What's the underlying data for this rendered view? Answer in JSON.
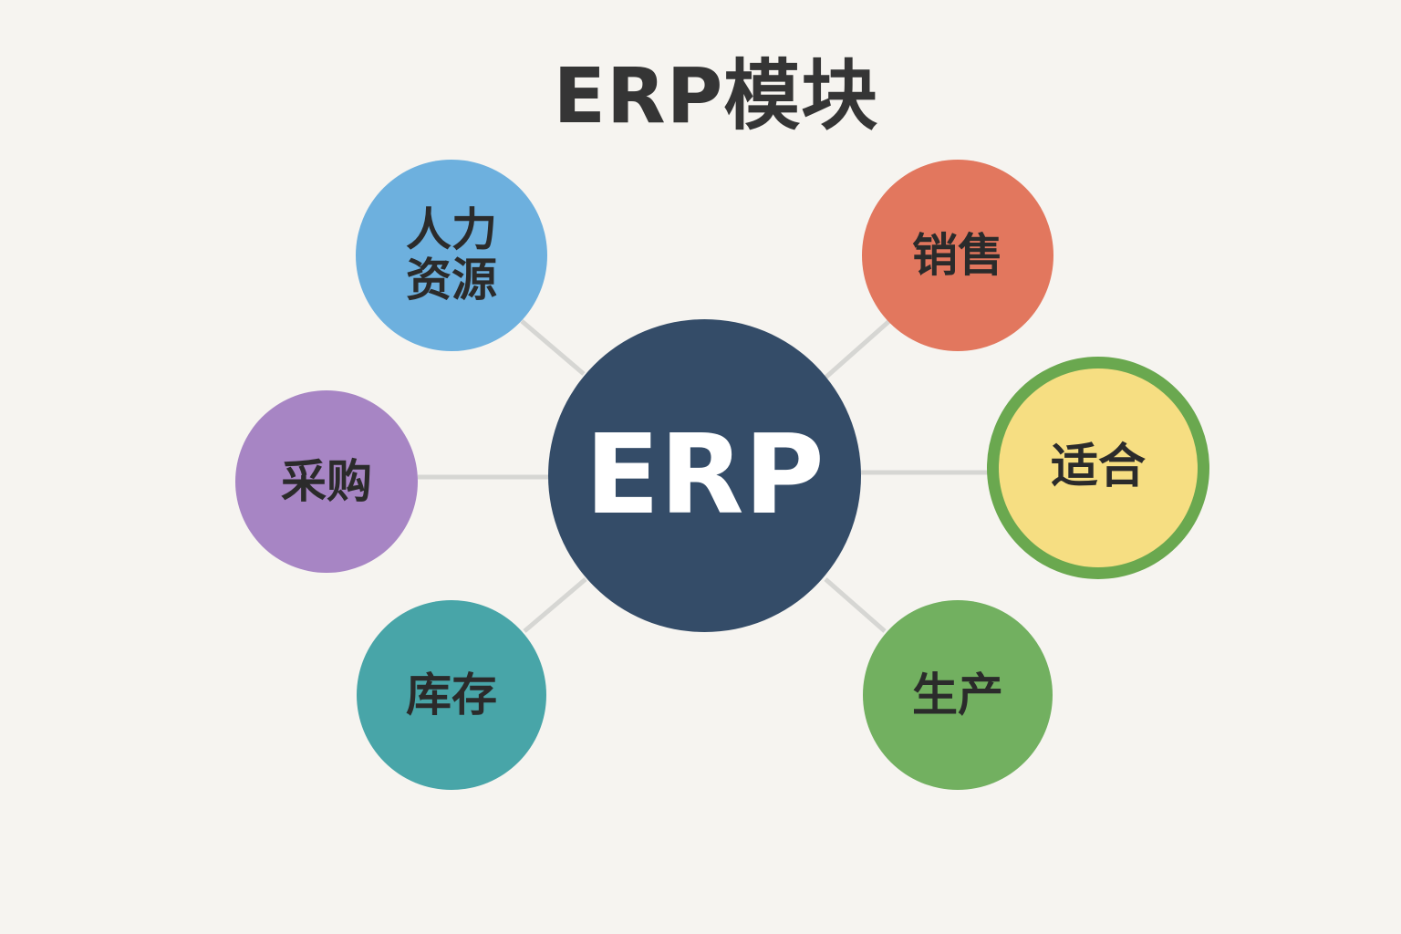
{
  "title": "ERP模块",
  "center": {
    "label": "ERP",
    "color": "#344c68"
  },
  "modules": {
    "hr": {
      "label": "人力资源",
      "color": "#6db0de"
    },
    "sales": {
      "label": "销售",
      "color": "#e2775e"
    },
    "purchase": {
      "label": "采购",
      "color": "#a785c4"
    },
    "fit": {
      "label": "适合",
      "color": "#f6de82",
      "ring_color": "#6aa84f"
    },
    "inventory": {
      "label": "库存",
      "color": "#48a5a8"
    },
    "production": {
      "label": "生产",
      "color": "#72b060"
    }
  }
}
